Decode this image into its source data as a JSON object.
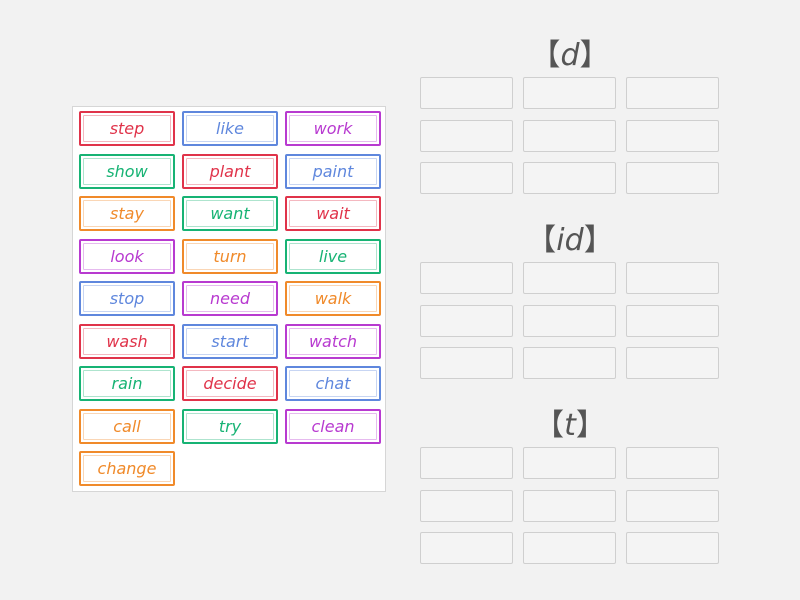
{
  "colors": {
    "red": "#e0334a",
    "blue": "#5f87dd",
    "purple": "#b83ad0",
    "green": "#17b374",
    "orange": "#f08a2a"
  },
  "word_bank": [
    {
      "word": "step",
      "color": "red"
    },
    {
      "word": "like",
      "color": "blue"
    },
    {
      "word": "work",
      "color": "purple"
    },
    {
      "word": "show",
      "color": "green"
    },
    {
      "word": "plant",
      "color": "red"
    },
    {
      "word": "paint",
      "color": "blue"
    },
    {
      "word": "stay",
      "color": "orange"
    },
    {
      "word": "want",
      "color": "green"
    },
    {
      "word": "wait",
      "color": "red"
    },
    {
      "word": "look",
      "color": "purple"
    },
    {
      "word": "turn",
      "color": "orange"
    },
    {
      "word": "live",
      "color": "green"
    },
    {
      "word": "stop",
      "color": "blue"
    },
    {
      "word": "need",
      "color": "purple"
    },
    {
      "word": "walk",
      "color": "orange"
    },
    {
      "word": "wash",
      "color": "red"
    },
    {
      "word": "start",
      "color": "blue"
    },
    {
      "word": "watch",
      "color": "purple"
    },
    {
      "word": "rain",
      "color": "green"
    },
    {
      "word": "decide",
      "color": "red"
    },
    {
      "word": "chat",
      "color": "blue"
    },
    {
      "word": "call",
      "color": "orange"
    },
    {
      "word": "try",
      "color": "green"
    },
    {
      "word": "clean",
      "color": "purple"
    },
    {
      "word": "change",
      "color": "orange"
    }
  ],
  "groups": [
    {
      "bracket_open": "【",
      "symbol": "d",
      "bracket_close": "】"
    },
    {
      "bracket_open": "【",
      "symbol": "id",
      "bracket_close": "】"
    },
    {
      "bracket_open": "【",
      "symbol": "t",
      "bracket_close": "】"
    }
  ]
}
